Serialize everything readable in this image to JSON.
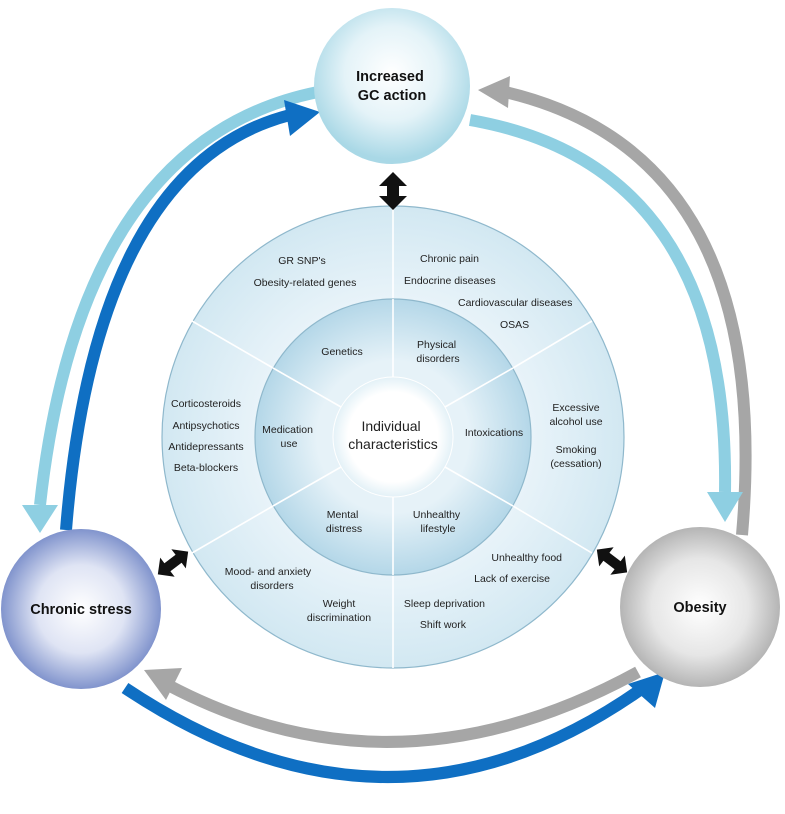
{
  "nodes": {
    "gc": {
      "line1": "Increased",
      "line2": "GC action"
    },
    "stress": {
      "label": "Chronic stress"
    },
    "obesity": {
      "label": "Obesity"
    }
  },
  "center": {
    "line1": "Individual",
    "line2": "characteristics"
  },
  "categories": {
    "genetics": {
      "label": "Genetics"
    },
    "physical": {
      "line1": "Physical",
      "line2": "disorders"
    },
    "intoxications": {
      "label": "Intoxications"
    },
    "lifestyle": {
      "line1": "Unhealthy",
      "line2": "lifestyle"
    },
    "mental": {
      "line1": "Mental",
      "line2": "distress"
    },
    "medication": {
      "line1": "Medication",
      "line2": "use"
    }
  },
  "items": {
    "genetics": [
      "GR SNP's",
      "Obesity-related genes"
    ],
    "physical": [
      "Chronic pain",
      "Endocrine diseases",
      "Cardiovascular diseases",
      "OSAS"
    ],
    "intoxications": [
      "Excessive",
      "alcohol use",
      "Smoking",
      "(cessation)"
    ],
    "lifestyle": [
      "Unhealthy food",
      "Lack of exercise",
      "Sleep deprivation",
      "Shift work"
    ],
    "mental": [
      "Mood- and anxiety",
      "disorders",
      "Weight",
      "discrimination"
    ],
    "medication": [
      "Corticosteroids",
      "Antipsychotics",
      "Antidepressants",
      "Beta-blockers"
    ]
  },
  "colors": {
    "light_blue_arrow": "#8ecfe2",
    "dark_blue_arrow": "#0f6fc3",
    "grey_arrow": "#a6a6a6",
    "ring_fill": "#dcedf6",
    "ring_stroke": "#8fb8cc",
    "inner_ring_fill": "#c3dfec",
    "double_arrow": "#111111"
  }
}
